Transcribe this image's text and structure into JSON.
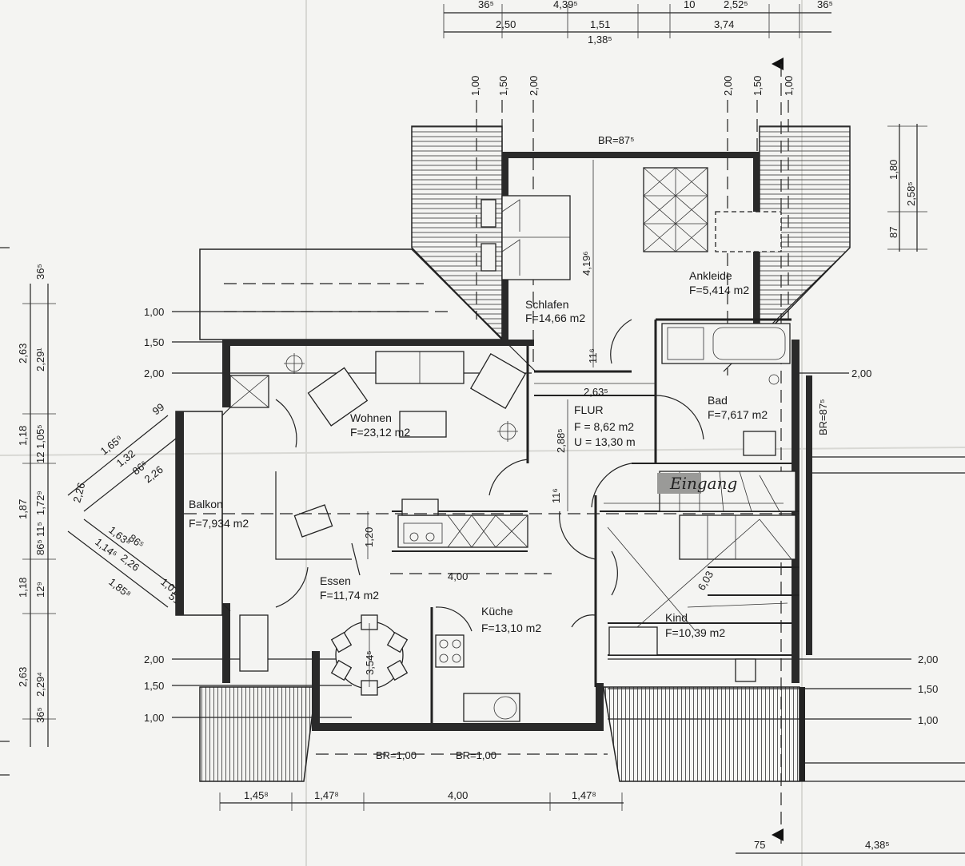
{
  "rooms": {
    "schlafen": {
      "name": "Schlafen",
      "area": "F=14,66 m2"
    },
    "ankleide": {
      "name": "Ankleide",
      "area": "F=5,414 m2"
    },
    "wohnen": {
      "name": "Wohnen",
      "area": "F=23,12 m2"
    },
    "bad": {
      "name": "Bad",
      "area": "F=7,617 m2"
    },
    "flur": {
      "name": "FLUR",
      "area": "F = 8,62 m2",
      "perimeter": "U = 13,30 m"
    },
    "balkon": {
      "name": "Balkon",
      "area": "F=7,934 m2"
    },
    "essen": {
      "name": "Essen",
      "area": "F=11,74 m2"
    },
    "kueche": {
      "name": "Küche",
      "area": "F=13,10 m2"
    },
    "kind": {
      "name": "Kind",
      "area": "F=10,39 m2"
    },
    "eingang": {
      "name": "Eingang"
    }
  },
  "dims_top": [
    "36⁵",
    "4,39⁵",
    "10",
    "2,52⁵",
    "36⁵",
    "2,50",
    "1,51",
    "1,38⁵",
    "3,74"
  ],
  "roof_heights_top": [
    "1,00",
    "1,50",
    "2,00",
    "2,00",
    "1,50",
    "1,00"
  ],
  "roof_heights_left": [
    "1,00",
    "1,50",
    "2,00",
    "2,00",
    "1,50",
    "1,00"
  ],
  "roof_heights_right": [
    "2,00",
    "2,00",
    "1,50",
    "1,00"
  ],
  "dims_left_outer": [
    "2,63",
    "1,18",
    "1,87",
    "1,18",
    "2,63"
  ],
  "dims_left_inner": [
    "36⁵",
    "2,29¹",
    "1,05⁵",
    "12",
    "1,72⁹",
    "11⁵",
    "12⁹",
    "2,29⁴",
    "36⁵",
    "86⁵"
  ],
  "dims_bay": [
    "1,65⁹",
    "1,32",
    "86⁵",
    "2,26",
    "2,26",
    "99",
    "1,63⁸",
    "86⁵",
    "2,26",
    "1,14⁶",
    "1,85⁸",
    "1,01",
    "51"
  ],
  "dims_right": [
    "1,80",
    "87",
    "2,58⁵"
  ],
  "dims_bottom": [
    "1,45⁸",
    "1,47⁸",
    "4,00",
    "1,47⁸"
  ],
  "dims_bottom_right": [
    "75",
    "4,38⁵"
  ],
  "dims_inner": [
    "4,19⁶",
    "2,63⁵",
    "2,88⁵",
    "4,00",
    "1,20",
    "3,54⁵",
    "11⁶",
    "11⁶",
    "6,03"
  ],
  "br_labels": [
    "BR=87⁵",
    "BR=87⁵",
    "BR=1,00",
    "BR=1,00"
  ]
}
